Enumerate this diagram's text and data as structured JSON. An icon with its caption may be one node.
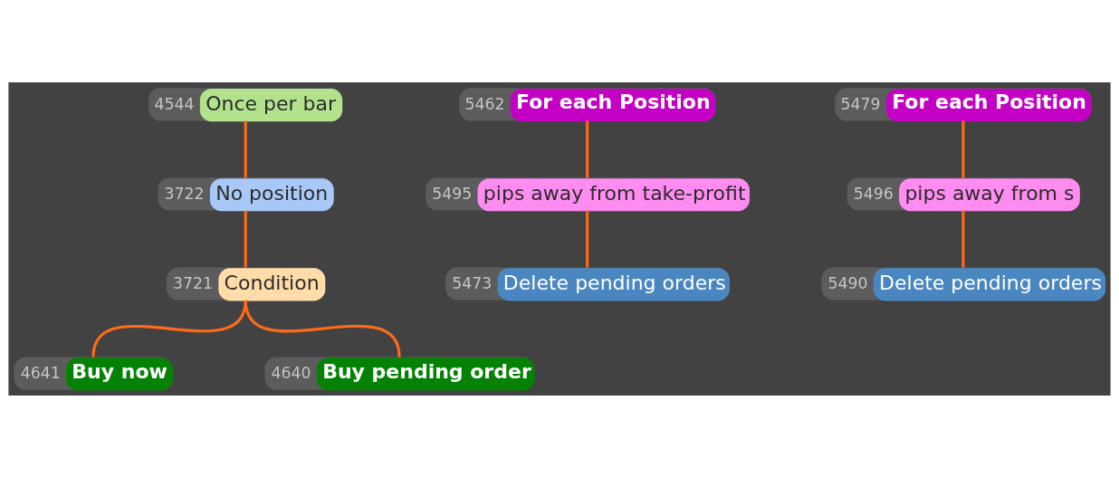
{
  "diagram": {
    "nodes": [
      {
        "text": [
          "4544",
          "Once per bar"
        ]
      },
      {
        "text": [
          "3722",
          "No position"
        ]
      },
      {
        "text": [
          "3721",
          "Condition"
        ]
      },
      {
        "text": [
          "4641",
          "Buy now"
        ]
      },
      {
        "text": [
          "4640",
          "Buy pending order"
        ]
      },
      {
        "text": [
          "5462",
          "For each Position"
        ]
      },
      {
        "text": [
          "5495",
          "pips away from take-profit"
        ]
      },
      {
        "text": [
          "5473",
          "Delete pending orders"
        ]
      },
      {
        "text": [
          "5479",
          "For each Position"
        ]
      },
      {
        "text": [
          "5496",
          "pips away from s"
        ]
      },
      {
        "text": [
          "5490",
          "Delete pending orders"
        ]
      }
    ],
    "edges": [
      {
        "from": 0,
        "to": 1,
        "arrow": "none"
      },
      {
        "from": 1,
        "to": 2,
        "arrow": "none"
      },
      {
        "from": 2,
        "to": 3,
        "arrow": "none"
      },
      {
        "from": 2,
        "to": 4,
        "arrow": "none"
      },
      {
        "from": 5,
        "to": 6,
        "arrow": "none"
      },
      {
        "from": 6,
        "to": 7,
        "arrow": "none"
      },
      {
        "from": 8,
        "to": 9,
        "arrow": "none"
      },
      {
        "from": 9,
        "to": 10,
        "arrow": "none"
      }
    ]
  }
}
